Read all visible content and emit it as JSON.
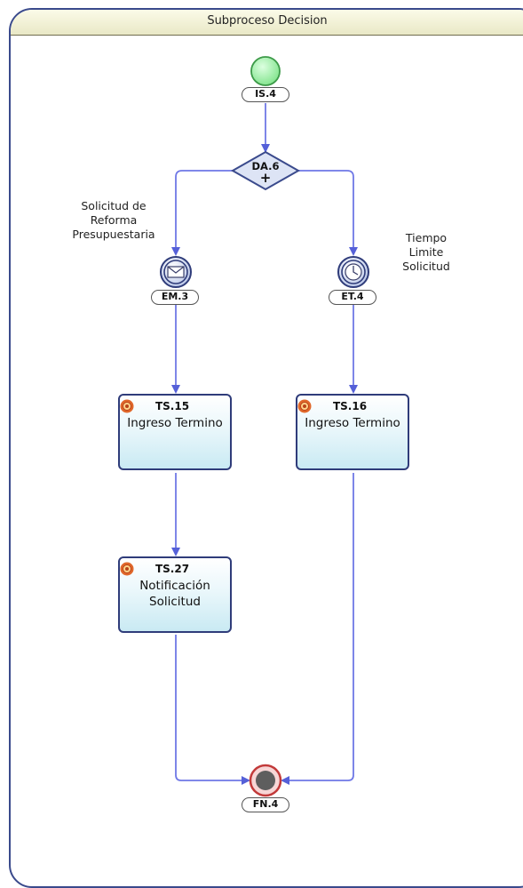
{
  "pool": {
    "title": "Subproceso Decision"
  },
  "start_event": {
    "id": "IS.4",
    "color": "#6ad67a"
  },
  "gateway": {
    "id": "DA.6",
    "symbol": "+"
  },
  "message_event": {
    "id": "EM.3",
    "icon": "envelope-icon"
  },
  "timer_event": {
    "id": "ET.4",
    "icon": "clock-icon"
  },
  "labels": {
    "left_flow": [
      "Solicitud de",
      "Reforma",
      "Presupuestaria"
    ],
    "right_flow": [
      "Tiempo",
      "Limite",
      "Solicitud"
    ]
  },
  "tasks": [
    {
      "id": "TS.15",
      "name": "Ingreso Termino",
      "icon": "service-gear-icon"
    },
    {
      "id": "TS.16",
      "name": "Ingreso Termino",
      "icon": "service-gear-icon"
    },
    {
      "id": "TS.27",
      "name": [
        "Notificación",
        "Solicitud"
      ],
      "icon": "service-gear-icon"
    }
  ],
  "end_event": {
    "id": "FN.4",
    "color": "#e06060"
  },
  "colors": {
    "flow_line": "#6f78e6",
    "task_border": "#2f3c7a",
    "pool_border": "#3a4a8c",
    "gateway_fill": "#dde4f5"
  }
}
